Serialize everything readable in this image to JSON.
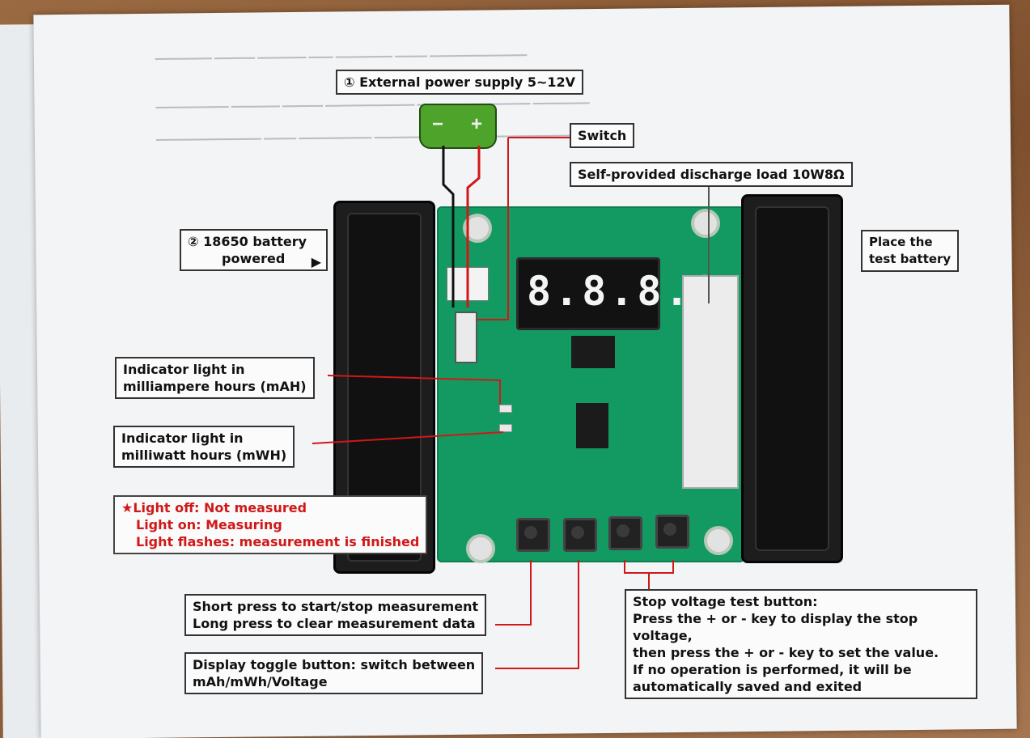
{
  "labels": {
    "external_power": "① External power supply 5~12V",
    "switch": "Switch",
    "discharge_load": "Self-provided discharge load 10W8Ω",
    "battery_line1": "② 18650 battery",
    "battery_line2": "powered",
    "place_line1": "Place the",
    "place_line2": "test battery",
    "mah_line1": "Indicator light in",
    "mah_line2": "milliampere hours (mAH)",
    "mwh_line1": "Indicator light in",
    "mwh_line2": "milliwatt hours (mWH)",
    "light_line1": "★Light off: Not measured",
    "light_line2": "Light on: Measuring",
    "light_line3": "Light flashes: measurement is finished",
    "short_press_line1": "Short press to start/stop measurement",
    "short_press_line2": "Long press to clear measurement data",
    "toggle_line1": "Display toggle button: switch between",
    "toggle_line2": "mAh/mWh/Voltage",
    "stop_line1": "Stop voltage test button:",
    "stop_line2": "Press the + or - key to display the stop voltage,",
    "stop_line3": "then press the + or - key to set the value.",
    "stop_line4": "If no operation is performed, it will be",
    "stop_line5": "automatically saved and exited"
  },
  "display": {
    "digits": "8.8.8.8"
  },
  "psu": {
    "minus": "−",
    "plus": "+"
  },
  "colors": {
    "board": "#129a62",
    "wire": "#d01818",
    "label_red": "#d01818"
  }
}
